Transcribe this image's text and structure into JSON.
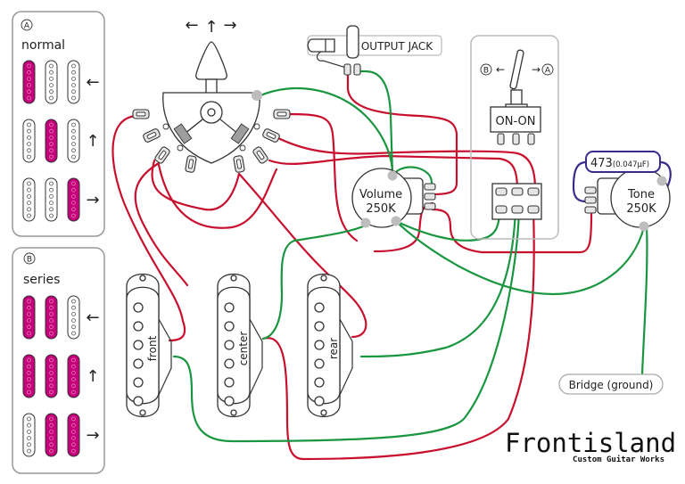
{
  "legend": {
    "panel_a": {
      "badge": "A",
      "title": "normal",
      "rows": [
        {
          "direction": "←",
          "active": [
            true,
            false,
            false
          ]
        },
        {
          "direction": "↑",
          "active": [
            false,
            true,
            false
          ]
        },
        {
          "direction": "→",
          "active": [
            false,
            false,
            true
          ]
        }
      ]
    },
    "panel_b": {
      "badge": "B",
      "title": "series",
      "rows": [
        {
          "direction": "←",
          "active": [
            true,
            true,
            false
          ]
        },
        {
          "direction": "↑",
          "active": [
            true,
            true,
            true
          ]
        },
        {
          "direction": "→",
          "active": [
            false,
            true,
            true
          ]
        }
      ]
    }
  },
  "selector": {
    "arrows": [
      "←",
      "↑",
      "→"
    ],
    "positions": 3
  },
  "output_jack": {
    "label": "OUTPUT JACK"
  },
  "toggle": {
    "label": "ON-ON",
    "left_badge": "B",
    "right_badge": "A",
    "left_arrow": "←",
    "right_arrow": "→"
  },
  "volume_pot": {
    "line1": "Volume",
    "line2": "250K"
  },
  "tone_pot": {
    "line1": "Tone",
    "line2": "250K"
  },
  "capacitor": {
    "code": "473",
    "value": "(0.047μF)"
  },
  "pickups": [
    {
      "name": "front"
    },
    {
      "name": "center"
    },
    {
      "name": "rear"
    }
  ],
  "ground_label": "Bridge (ground)",
  "brand": {
    "name": "Frontisland",
    "tagline": "Custom Guitar Works"
  },
  "colors": {
    "hot_wire": "#c8102e",
    "ground_wire": "#1a9641",
    "cap_wire": "#3a2a8c",
    "active_pickup": "#c4007a"
  }
}
